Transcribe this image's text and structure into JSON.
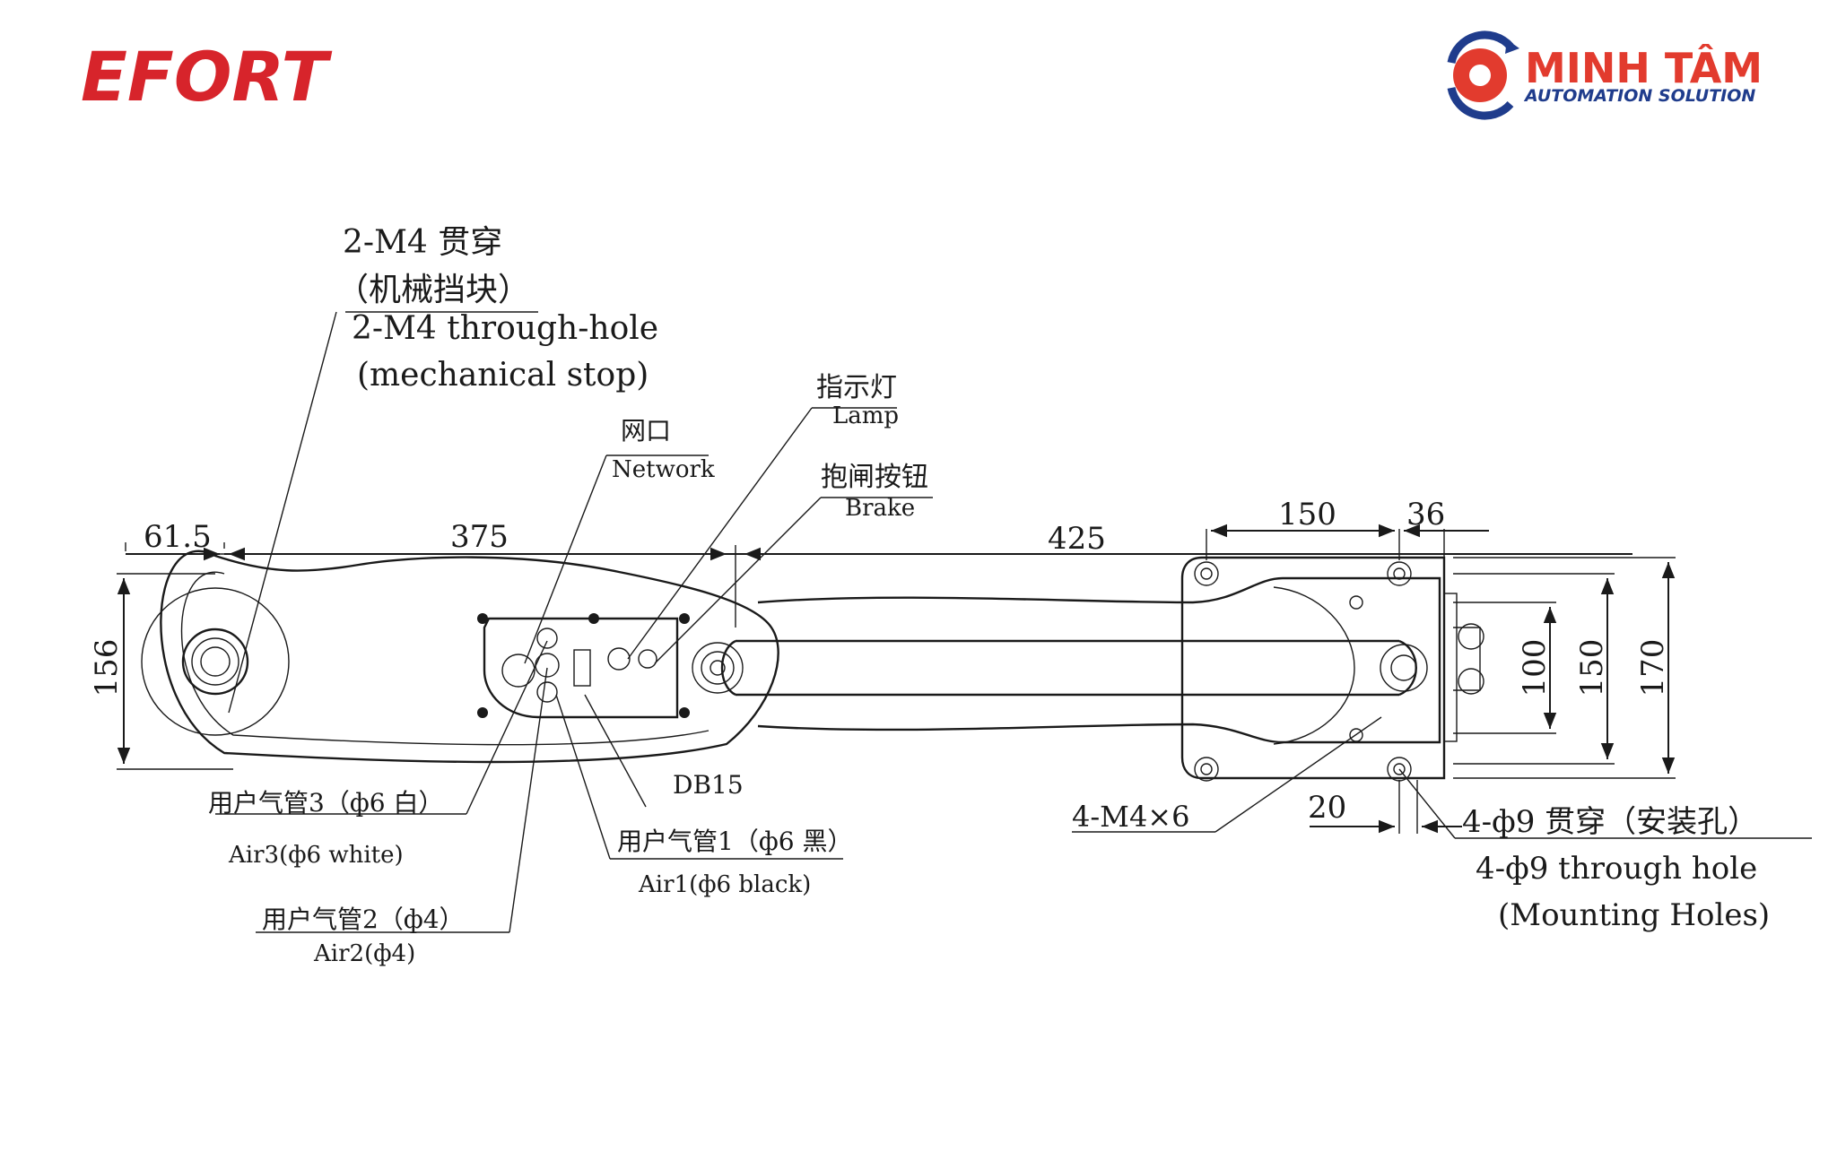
{
  "logos": {
    "left": "EFORT",
    "right_main": "MINH TÂM",
    "right_sub": "AUTOMATION SOLUTION",
    "colors": {
      "efort_red": "#d7242b",
      "mt_red": "#e23b2e",
      "mt_blue": "#1f3c8c"
    }
  },
  "callouts": {
    "stop_cn_1": "2-M4 贯穿",
    "stop_cn_2": "（机械挡块）",
    "stop_en_1": "2-M4 through-hole",
    "stop_en_2": "(mechanical stop)",
    "network_cn": "网口",
    "network_en": "Network",
    "lamp_cn": "指示灯",
    "lamp_en": "Lamp",
    "brake_cn": "抱闸按钮",
    "brake_en": "Brake",
    "db15": "DB15",
    "air3_cn": "用户气管3（ф6 白）",
    "air3_en": "Air3(ф6 white)",
    "air1_cn": "用户气管1（ф6 黑）",
    "air1_en": "Air1(ф6 black)",
    "air2_cn": "用户气管2（ф4）",
    "air2_en": "Air2(ф4)",
    "m4x6": "4-M4×6",
    "mount_cn": "4-ф9 贯穿（安装孔）",
    "mount_en_1": "4-ф9 through hole",
    "mount_en_2": "(Mounting Holes)"
  },
  "dimensions": {
    "d61_5": "61.5",
    "d375": "375",
    "d425": "425",
    "d150_top": "150",
    "d36": "36",
    "d156": "156",
    "d100": "100",
    "d150_side": "150",
    "d170": "170",
    "d20": "20"
  }
}
